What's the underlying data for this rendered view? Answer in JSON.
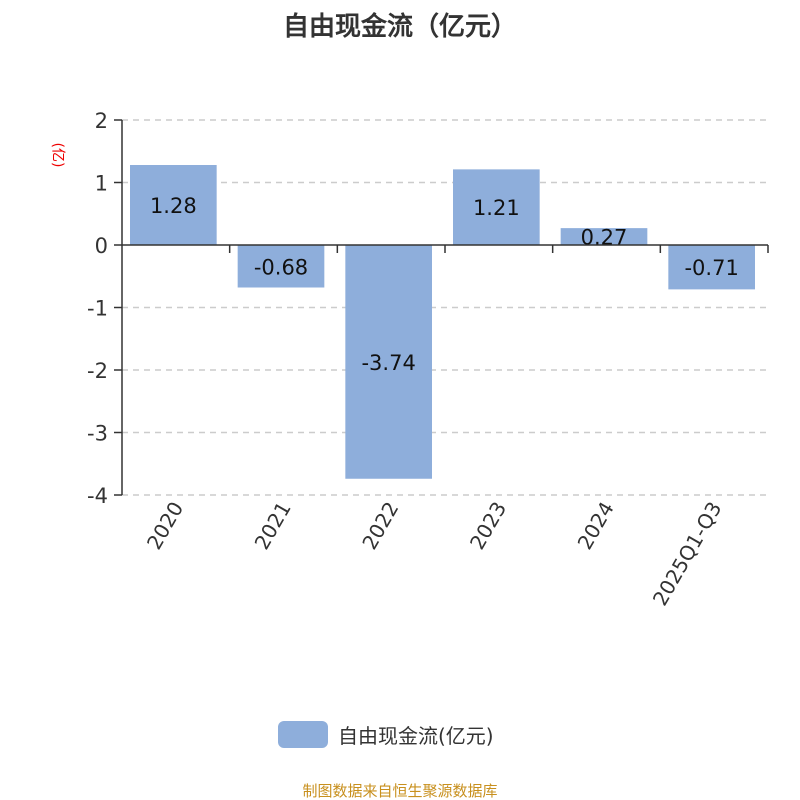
{
  "chart_data": {
    "type": "bar",
    "title": "自由现金流（亿元）",
    "ylabel": "(亿)",
    "xlabel": "",
    "categories": [
      "2020",
      "2021",
      "2022",
      "2023",
      "2024",
      "2025Q1-Q3"
    ],
    "values": [
      1.28,
      -0.68,
      -3.74,
      1.21,
      0.27,
      -0.71
    ],
    "value_labels": [
      "1.28",
      "-0.68",
      "-3.74",
      "1.21",
      "0.27",
      "-0.71"
    ],
    "ylim": [
      -4,
      2
    ],
    "yticks": [
      "2",
      "1",
      "0",
      "-1",
      "-2",
      "-3",
      "-4"
    ],
    "grid": true,
    "legend": {
      "label": "自由现金流(亿元)",
      "position": "bottom"
    },
    "color": "#8eaedb"
  },
  "source": "制图数据来自恒生聚源数据库"
}
